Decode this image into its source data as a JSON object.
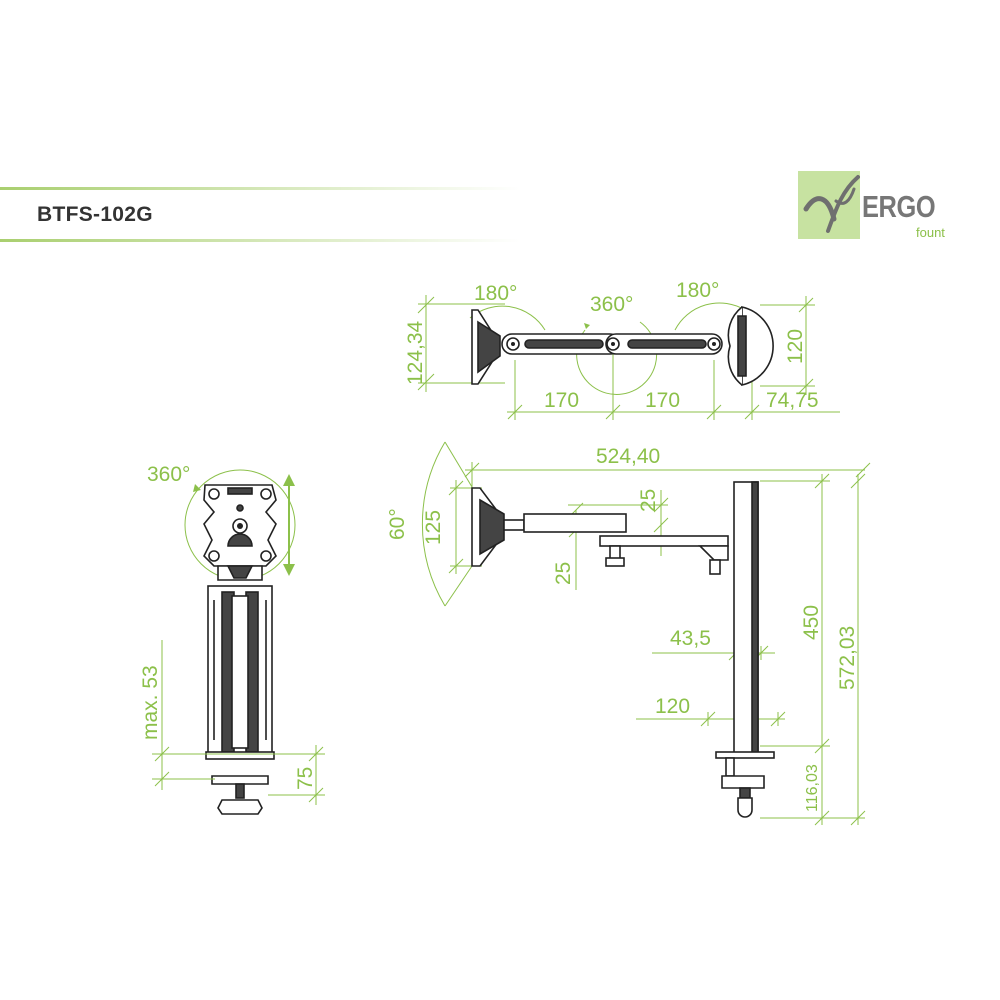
{
  "header": {
    "model": "BTFS-102G",
    "brand": "ERGO",
    "brand_sub": "fount",
    "accent_color": "#8cc04a"
  },
  "top_view": {
    "height_left": "124,34",
    "angle_left": "180°",
    "angle_mid": "360°",
    "angle_right": "180°",
    "height_right": "120",
    "arm_1": "170",
    "arm_2": "170",
    "clamp_offset": "74,75"
  },
  "front_view": {
    "rotation": "360°",
    "height_adjust": "max. 53",
    "clamp_height": "75"
  },
  "side_view": {
    "total_reach": "524,40",
    "tilt": "60°",
    "vesa_height": "125",
    "arm_thickness_top": "25",
    "arm_thickness_bottom": "25",
    "pole_height": "450",
    "total_height": "572,03",
    "pole_width": "43,5",
    "clamp_width": "120",
    "clamp_total": "116,03"
  }
}
